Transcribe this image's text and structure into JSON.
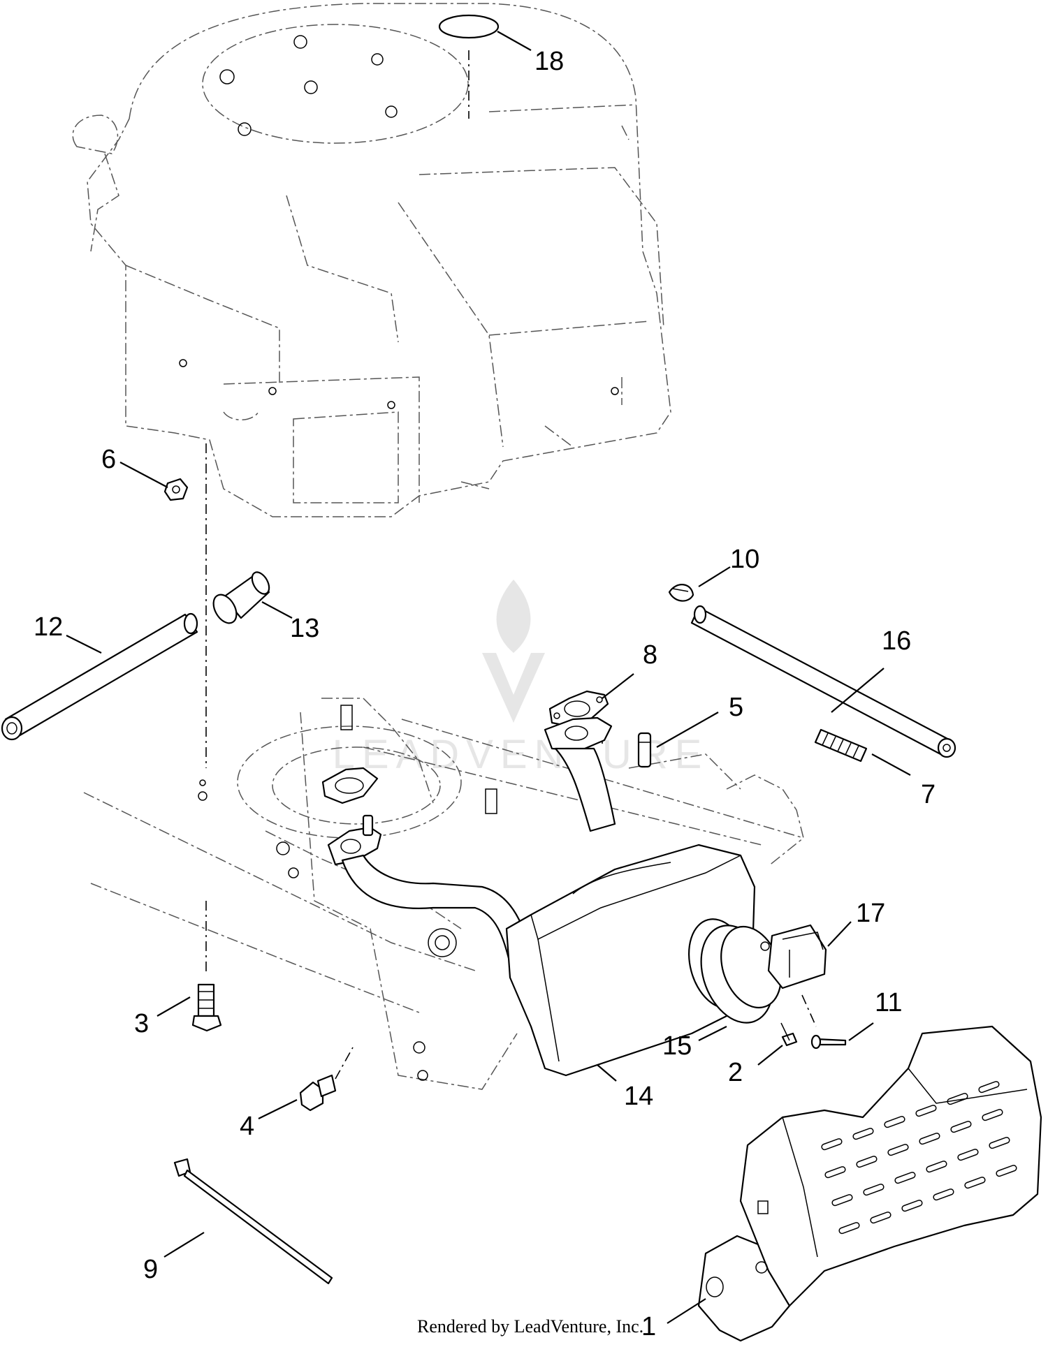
{
  "callouts": [
    {
      "id": "1",
      "label": "1"
    },
    {
      "id": "2",
      "label": "2"
    },
    {
      "id": "3",
      "label": "3"
    },
    {
      "id": "4",
      "label": "4"
    },
    {
      "id": "5",
      "label": "5"
    },
    {
      "id": "6",
      "label": "6"
    },
    {
      "id": "7",
      "label": "7"
    },
    {
      "id": "8",
      "label": "8"
    },
    {
      "id": "9",
      "label": "9"
    },
    {
      "id": "10",
      "label": "10"
    },
    {
      "id": "11",
      "label": "11"
    },
    {
      "id": "12",
      "label": "12"
    },
    {
      "id": "13",
      "label": "13"
    },
    {
      "id": "14",
      "label": "14"
    },
    {
      "id": "15",
      "label": "15"
    },
    {
      "id": "16",
      "label": "16"
    },
    {
      "id": "17",
      "label": "17"
    },
    {
      "id": "18",
      "label": "18"
    }
  ],
  "watermark": "LEADVENTURE",
  "footer": "Rendered by LeadVenture, Inc."
}
